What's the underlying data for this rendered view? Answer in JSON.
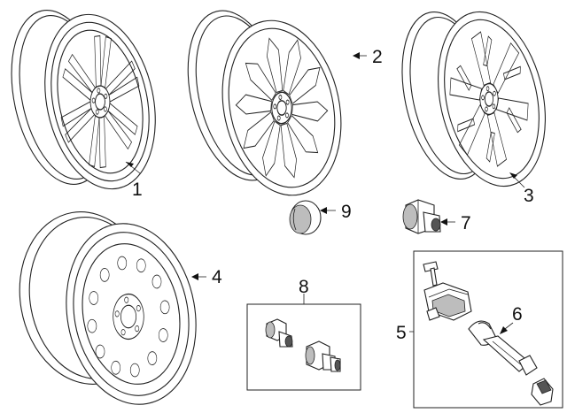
{
  "diagram": {
    "callouts": [
      {
        "id": "1",
        "label": "1",
        "part": "Aluminum wheel (style A)"
      },
      {
        "id": "2",
        "label": "2",
        "part": "Aluminum wheel (style B)"
      },
      {
        "id": "3",
        "label": "3",
        "part": "Aluminum wheel (style C)"
      },
      {
        "id": "4",
        "label": "4",
        "part": "Steel spare wheel"
      },
      {
        "id": "5",
        "label": "5",
        "part": "TPMS sensor kit"
      },
      {
        "id": "6",
        "label": "6",
        "part": "TPMS valve stem"
      },
      {
        "id": "7",
        "label": "7",
        "part": "Lug nut"
      },
      {
        "id": "8",
        "label": "8",
        "part": "Wheel lock kit"
      },
      {
        "id": "9",
        "label": "9",
        "part": "Center cap"
      }
    ]
  }
}
